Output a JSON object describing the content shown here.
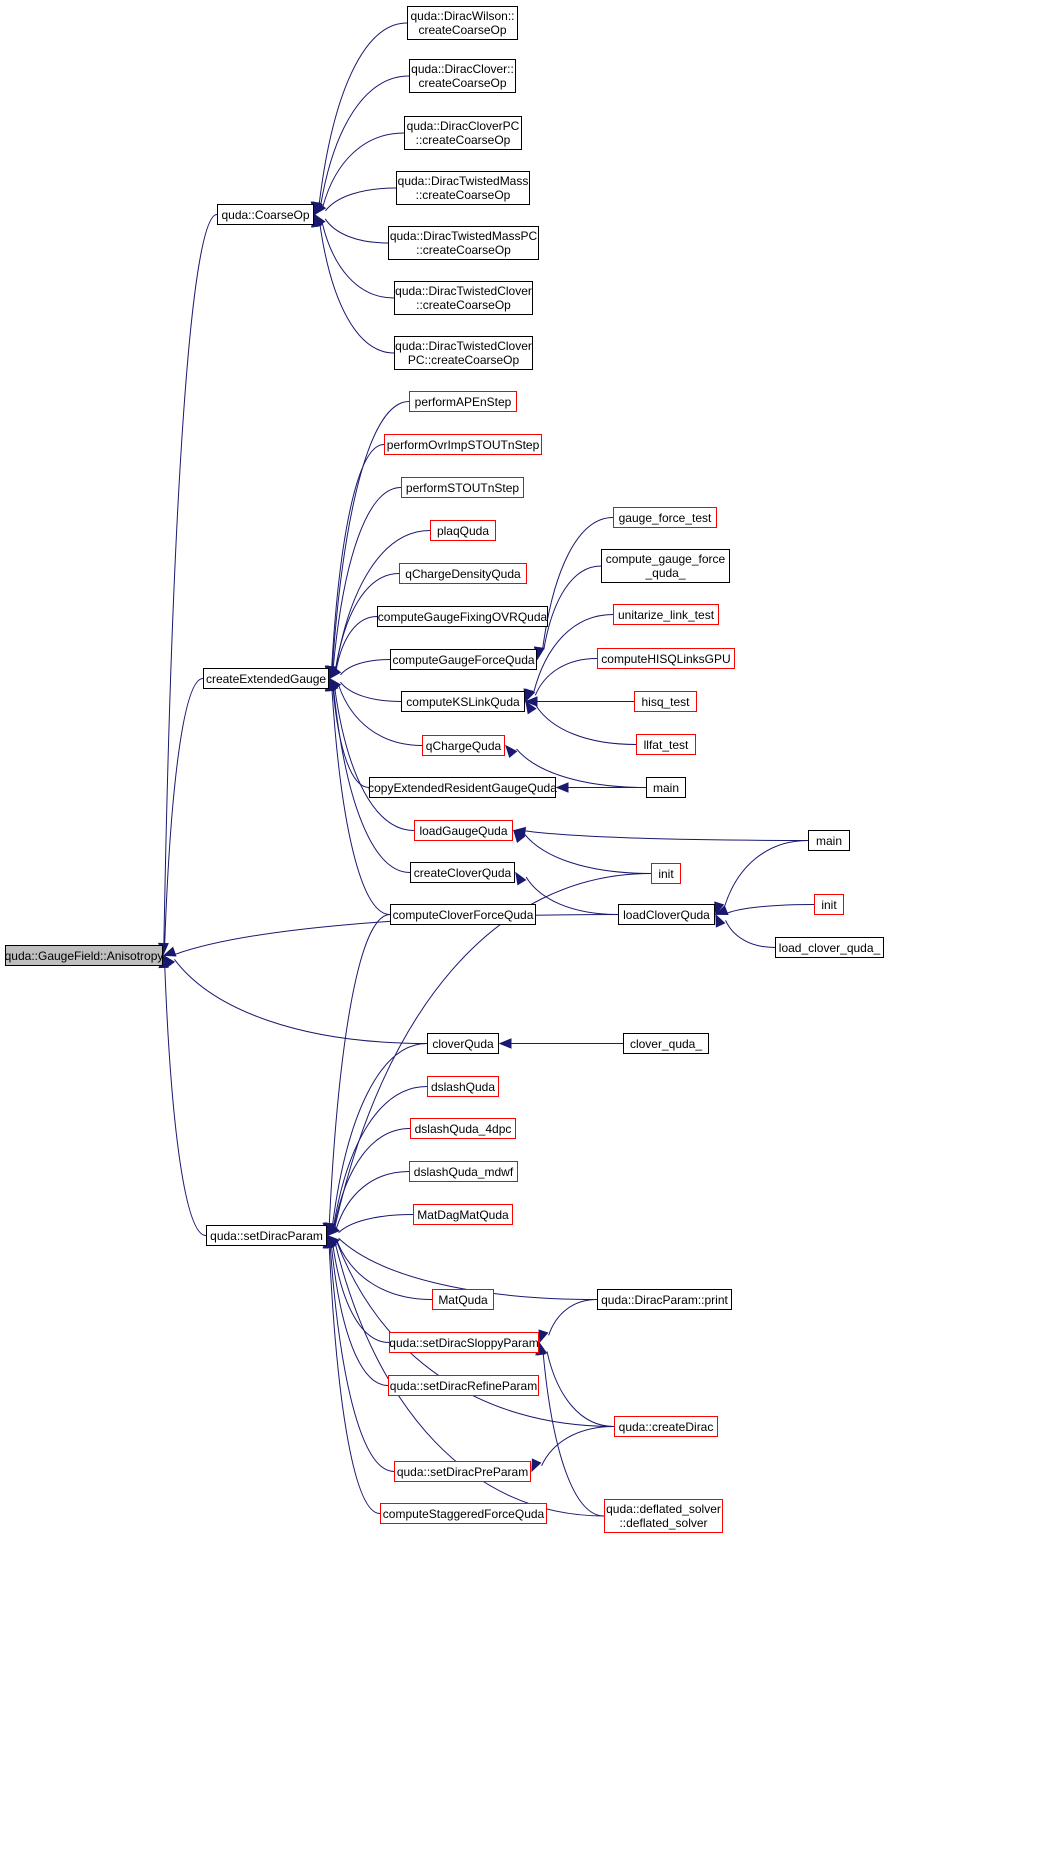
{
  "graph": {
    "root": "anisotropy",
    "colors": {
      "edge": "#191970",
      "node_border": "#000000",
      "partial_node_border": "#ff0000",
      "root_fill": "#bfbfbf",
      "node_fill": "#ffffff"
    },
    "nodes": [
      {
        "id": "anisotropy",
        "label": "quda::GaugeField::Anisotropy",
        "partial": false
      },
      {
        "id": "coarseop",
        "label": "quda::CoarseOp",
        "partial": false
      },
      {
        "id": "wilson_cco",
        "label": "quda::DiracWilson::\ncreateCoarseOp",
        "partial": false
      },
      {
        "id": "clover_cco",
        "label": "quda::DiracClover::\ncreateCoarseOp",
        "partial": false
      },
      {
        "id": "cloverpc_cco",
        "label": "quda::DiracCloverPC\n::createCoarseOp",
        "partial": false
      },
      {
        "id": "tm_cco",
        "label": "quda::DiracTwistedMass\n::createCoarseOp",
        "partial": false
      },
      {
        "id": "tmpc_cco",
        "label": "quda::DiracTwistedMassPC\n::createCoarseOp",
        "partial": false
      },
      {
        "id": "tc_cco",
        "label": "quda::DiracTwistedClover\n::createCoarseOp",
        "partial": false
      },
      {
        "id": "tcpc_cco",
        "label": "quda::DiracTwistedClover\nPC::createCoarseOp",
        "partial": false
      },
      {
        "id": "ceg",
        "label": "createExtendedGauge",
        "partial": false
      },
      {
        "id": "ape",
        "label": "performAPEnStep",
        "partial": true
      },
      {
        "id": "ovrimp",
        "label": "performOvrImpSTOUTnStep",
        "partial": true
      },
      {
        "id": "stout",
        "label": "performSTOUTnStep",
        "partial": true
      },
      {
        "id": "plaq",
        "label": "plaqQuda",
        "partial": true
      },
      {
        "id": "qchargedens",
        "label": "qChargeDensityQuda",
        "partial": true
      },
      {
        "id": "gfovr",
        "label": "computeGaugeFixingOVRQuda",
        "partial": false
      },
      {
        "id": "cgfq",
        "label": "computeGaugeForceQuda",
        "partial": false
      },
      {
        "id": "gft",
        "label": "gauge_force_test",
        "partial": true
      },
      {
        "id": "cgfq_",
        "label": "compute_gauge_force\n_quda_",
        "partial": false
      },
      {
        "id": "ksl",
        "label": "computeKSLinkQuda",
        "partial": false
      },
      {
        "id": "unit",
        "label": "unitarize_link_test",
        "partial": true
      },
      {
        "id": "hisqgpu",
        "label": "computeHISQLinksGPU",
        "partial": true
      },
      {
        "id": "hisq",
        "label": "hisq_test",
        "partial": true
      },
      {
        "id": "llfat",
        "label": "llfat_test",
        "partial": true
      },
      {
        "id": "qcharge",
        "label": "qChargeQuda",
        "partial": true
      },
      {
        "id": "main1",
        "label": "main",
        "partial": false
      },
      {
        "id": "copyext",
        "label": "copyExtendedResidentGaugeQuda",
        "partial": false
      },
      {
        "id": "lgq",
        "label": "loadGaugeQuda",
        "partial": true
      },
      {
        "id": "main2",
        "label": "main",
        "partial": false
      },
      {
        "id": "init1",
        "label": "init",
        "partial": true
      },
      {
        "id": "ccq",
        "label": "createCloverQuda",
        "partial": false
      },
      {
        "id": "lcq",
        "label": "loadCloverQuda",
        "partial": false
      },
      {
        "id": "init2",
        "label": "init",
        "partial": true
      },
      {
        "id": "lcq_",
        "label": "load_clover_quda_",
        "partial": false
      },
      {
        "id": "ccfq",
        "label": "computeCloverForceQuda",
        "partial": false
      },
      {
        "id": "cq",
        "label": "cloverQuda",
        "partial": false
      },
      {
        "id": "cq_",
        "label": "clover_quda_",
        "partial": false
      },
      {
        "id": "dq",
        "label": "dslashQuda",
        "partial": true
      },
      {
        "id": "dq4",
        "label": "dslashQuda_4dpc",
        "partial": true
      },
      {
        "id": "dqm",
        "label": "dslashQuda_mdwf",
        "partial": true
      },
      {
        "id": "mdm",
        "label": "MatDagMatQuda",
        "partial": true
      },
      {
        "id": "sdp",
        "label": "quda::setDiracParam",
        "partial": false
      },
      {
        "id": "mq",
        "label": "MatQuda",
        "partial": true
      },
      {
        "id": "dpp",
        "label": "quda::DiracParam::print",
        "partial": false
      },
      {
        "id": "sdsp",
        "label": "quda::setDiracSloppyParam",
        "partial": true
      },
      {
        "id": "sdrp",
        "label": "quda::setDiracRefineParam",
        "partial": true
      },
      {
        "id": "cd",
        "label": "quda::createDirac",
        "partial": true
      },
      {
        "id": "sdpp",
        "label": "quda::setDiracPreParam",
        "partial": true
      },
      {
        "id": "csfq",
        "label": "computeStaggeredForceQuda",
        "partial": true
      },
      {
        "id": "defl",
        "label": "quda::deflated_solver\n::deflated_solver",
        "partial": true
      }
    ],
    "edges": [
      [
        "coarseop",
        "anisotropy"
      ],
      [
        "wilson_cco",
        "coarseop"
      ],
      [
        "clover_cco",
        "coarseop"
      ],
      [
        "cloverpc_cco",
        "coarseop"
      ],
      [
        "tm_cco",
        "coarseop"
      ],
      [
        "tmpc_cco",
        "coarseop"
      ],
      [
        "tc_cco",
        "coarseop"
      ],
      [
        "tcpc_cco",
        "coarseop"
      ],
      [
        "ceg",
        "anisotropy"
      ],
      [
        "ape",
        "ceg"
      ],
      [
        "ovrimp",
        "ceg"
      ],
      [
        "stout",
        "ceg"
      ],
      [
        "plaq",
        "ceg"
      ],
      [
        "qchargedens",
        "ceg"
      ],
      [
        "gfovr",
        "ceg"
      ],
      [
        "cgfq",
        "ceg"
      ],
      [
        "ksl",
        "ceg"
      ],
      [
        "qcharge",
        "ceg"
      ],
      [
        "copyext",
        "ceg"
      ],
      [
        "lgq",
        "ceg"
      ],
      [
        "ccq",
        "ceg"
      ],
      [
        "ccfq",
        "ceg"
      ],
      [
        "gft",
        "cgfq"
      ],
      [
        "cgfq_",
        "cgfq"
      ],
      [
        "unit",
        "ksl"
      ],
      [
        "hisqgpu",
        "ksl"
      ],
      [
        "hisq",
        "ksl"
      ],
      [
        "llfat",
        "ksl"
      ],
      [
        "main1",
        "qcharge"
      ],
      [
        "main1",
        "copyext"
      ],
      [
        "main2",
        "lgq"
      ],
      [
        "init1",
        "lgq"
      ],
      [
        "lcq",
        "ccq"
      ],
      [
        "lcq",
        "anisotropy"
      ],
      [
        "main2",
        "lcq"
      ],
      [
        "init2",
        "lcq"
      ],
      [
        "lcq_",
        "lcq"
      ],
      [
        "cq",
        "anisotropy"
      ],
      [
        "cq_",
        "cq"
      ],
      [
        "sdp",
        "anisotropy"
      ],
      [
        "ccfq",
        "sdp"
      ],
      [
        "init1",
        "sdp"
      ],
      [
        "cq",
        "sdp"
      ],
      [
        "dq",
        "sdp"
      ],
      [
        "dq4",
        "sdp"
      ],
      [
        "dqm",
        "sdp"
      ],
      [
        "mdm",
        "sdp"
      ],
      [
        "mq",
        "sdp"
      ],
      [
        "dpp",
        "sdp"
      ],
      [
        "sdsp",
        "sdp"
      ],
      [
        "sdrp",
        "sdp"
      ],
      [
        "cd",
        "sdp"
      ],
      [
        "sdpp",
        "sdp"
      ],
      [
        "csfq",
        "sdp"
      ],
      [
        "defl",
        "sdp"
      ],
      [
        "dpp",
        "sdsp"
      ],
      [
        "cd",
        "sdsp"
      ],
      [
        "defl",
        "sdsp"
      ],
      [
        "cd",
        "sdpp"
      ]
    ]
  }
}
